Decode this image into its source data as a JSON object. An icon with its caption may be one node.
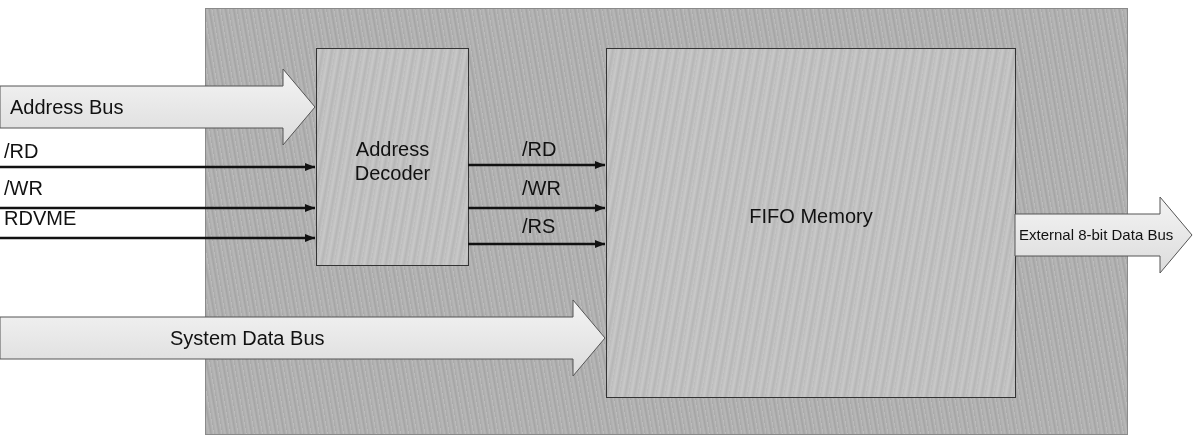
{
  "diagram": {
    "nodes": [
      {
        "text": [],
        "shape": "box"
      },
      {
        "text": [
          "Address Decoder"
        ],
        "in": 0
      },
      {
        "text": [
          "FIFO Memory"
        ],
        "in": 0
      }
    ],
    "edges": [
      {
        "from": null,
        "to": 1,
        "arrow": "to",
        "label": "Address Bus",
        "style": "thick"
      },
      {
        "from": null,
        "to": 1,
        "arrow": "to",
        "label": "/RD"
      },
      {
        "from": null,
        "to": 1,
        "arrow": "to",
        "label": "/WR"
      },
      {
        "from": null,
        "to": 1,
        "arrow": "to",
        "label": "RDVME"
      },
      {
        "from": 1,
        "to": 2,
        "arrow": "to",
        "label": "/RD"
      },
      {
        "from": 1,
        "to": 2,
        "arrow": "to",
        "label": "/WR"
      },
      {
        "from": 1,
        "to": 2,
        "arrow": "to",
        "label": "/RS"
      },
      {
        "from": null,
        "to": 2,
        "arrow": "to",
        "label": "System Data Bus",
        "style": "thick"
      },
      {
        "from": 2,
        "to": null,
        "arrow": "to",
        "label": "External 8-bit Data Bus",
        "style": "thick"
      }
    ]
  }
}
